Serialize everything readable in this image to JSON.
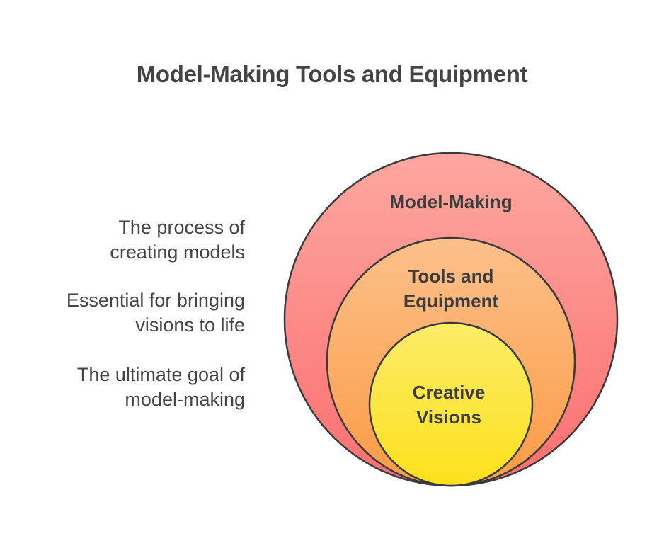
{
  "title": "Model-Making Tools and Equipment",
  "rings": [
    {
      "label_lines": [
        "Model-Making"
      ],
      "description_lines": [
        "The process of",
        "creating models"
      ],
      "color_top": "#fda7a0",
      "color_bottom": "#fb6f6f"
    },
    {
      "label_lines": [
        "Tools and",
        "Equipment"
      ],
      "description_lines": [
        "Essential for bringing",
        "visions to life"
      ],
      "color_top": "#fcc08a",
      "color_bottom": "#fb9b45"
    },
    {
      "label_lines": [
        "Creative",
        "Visions"
      ],
      "description_lines": [
        "The ultimate goal of",
        "model-making"
      ],
      "color_top": "#fcec69",
      "color_bottom": "#fde01c"
    }
  ],
  "colors": {
    "outline": "#3a3a3a",
    "text": "#444444"
  }
}
